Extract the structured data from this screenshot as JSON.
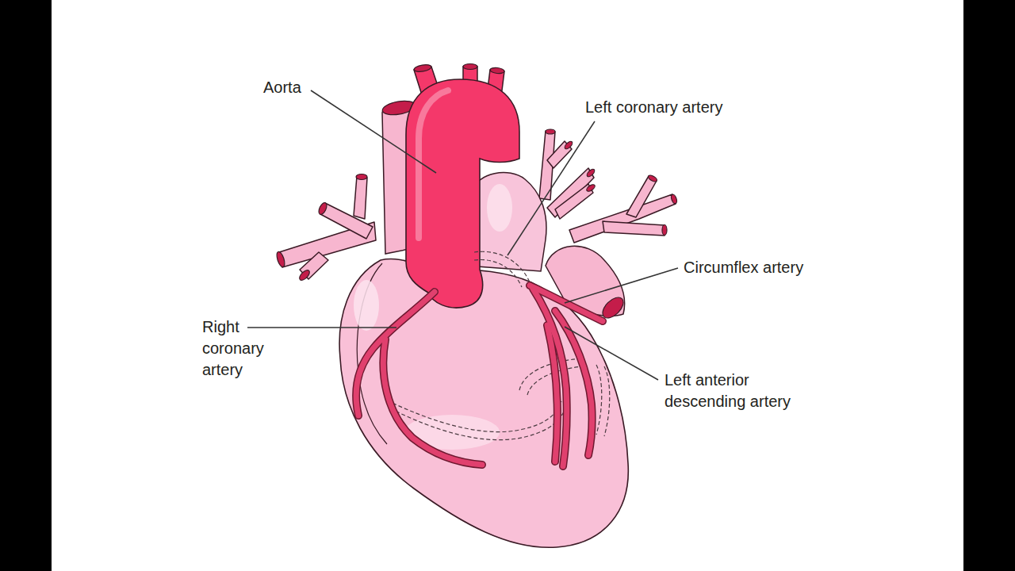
{
  "diagram": {
    "labels": [
      "Aorta",
      "Left coronary artery",
      "Circumflex artery",
      "Right coronary artery",
      "Left anterior descending artery"
    ]
  }
}
